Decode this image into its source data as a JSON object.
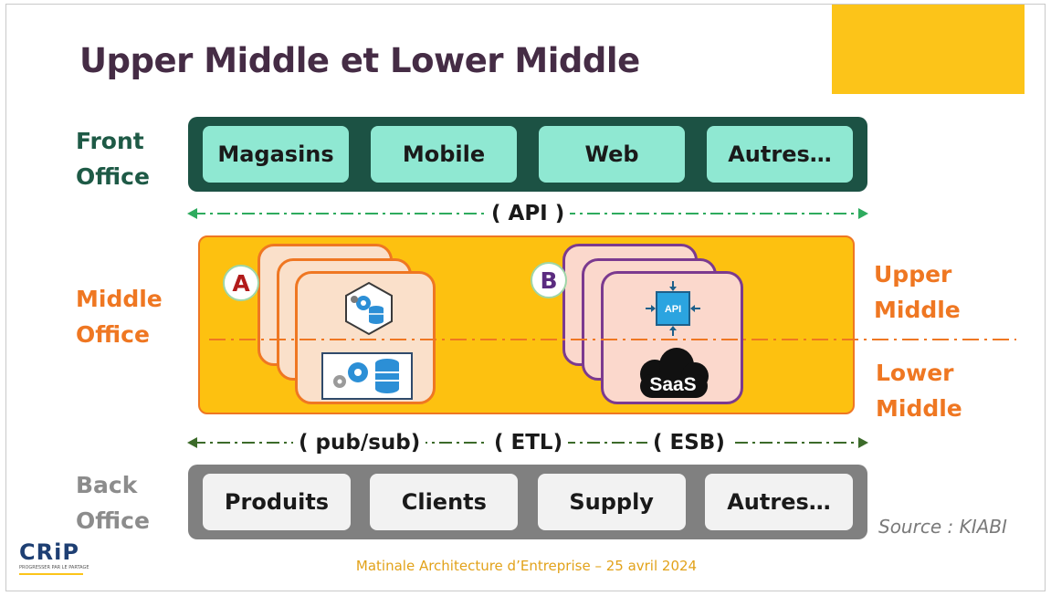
{
  "title": "Upper Middle et Lower Middle",
  "labels": {
    "front_office": [
      "Front",
      "Office"
    ],
    "middle_office": [
      "Middle",
      "Office"
    ],
    "back_office": [
      "Back",
      "Office"
    ],
    "upper_middle": [
      "Upper",
      "Middle"
    ],
    "lower_middle": [
      "Lower",
      "Middle"
    ]
  },
  "front_office_items": [
    "Magasins",
    "Mobile",
    "Web",
    "Autres…"
  ],
  "back_office_items": [
    "Produits",
    "Clients",
    "Supply",
    "Autres…"
  ],
  "protocols": {
    "api": "( API )",
    "pubsub": "( pub/sub)",
    "etl": "( ETL)",
    "esb": "( ESB)"
  },
  "badges": {
    "a": "A",
    "b": "B"
  },
  "icon_labels": {
    "api": "API",
    "saas": "SaaS"
  },
  "source": "Source : KIABI",
  "footer": "Matinale Architecture d’Entreprise – 25 avril 2024",
  "logo": {
    "name": "CRiP",
    "tagline": "PROGRESSER PAR LE PARTAGE"
  },
  "icons": {
    "card_a_top": "hexagon-gears-database-icon",
    "card_a_bottom": "gears-database-icon",
    "card_b_top": "api-icon",
    "card_b_bottom": "saas-cloud-icon"
  },
  "colors": {
    "title": "#452c45",
    "front_band": "#1c5244",
    "front_cell": "#8fe8d2",
    "front_label": "#1e5a46",
    "middle_band": "#fdc110",
    "middle_border": "#ef7722",
    "back_band": "#808080",
    "back_cell": "#f2f2f2",
    "accent_yellow": "#fcc419",
    "api_arrow": "#2eab5e",
    "bottom_arrow": "#3c6b2a"
  }
}
